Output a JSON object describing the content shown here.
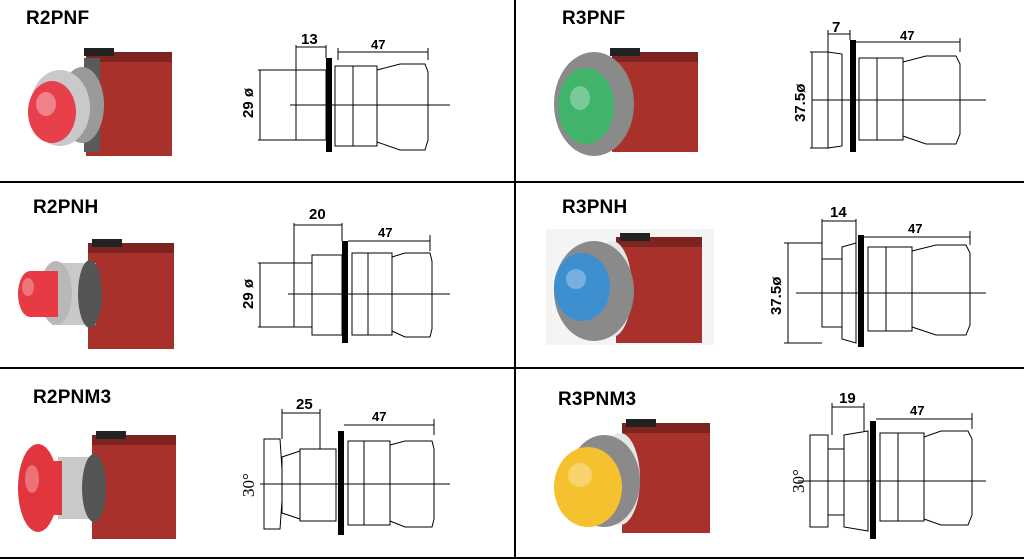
{
  "panels": [
    {
      "id": "r2pnf",
      "title": "R2PNF",
      "cap_color": "#e8404a",
      "bezel": "#c9c9c9",
      "depth_label": "13",
      "body_label": "47",
      "diameter_label": "29 ø"
    },
    {
      "id": "r3pnf",
      "title": "R3PNF",
      "cap_color": "#3fb46a",
      "bezel": "#8a8a8a",
      "depth_label": "7",
      "body_label": "47",
      "diameter_label": "37.5ø"
    },
    {
      "id": "r2pnh",
      "title": "R2PNH",
      "cap_color": "#e83a44",
      "bezel": "#c9c9c9",
      "depth_label": "20",
      "body_label": "47",
      "diameter_label": "29 ø"
    },
    {
      "id": "r3pnh",
      "title": "R3PNH",
      "cap_color": "#3d8fd0",
      "bezel": "#8a8a8a",
      "depth_label": "14",
      "body_label": "47",
      "diameter_label": "37.5ø"
    },
    {
      "id": "r2pnm3",
      "title": "R2PNM3",
      "cap_color": "#e2363f",
      "bezel": "#c9c9c9",
      "depth_label": "25",
      "body_label": "47",
      "diameter_label": "30°"
    },
    {
      "id": "r3pnm3",
      "title": "R3PNM3",
      "cap_color": "#f5c12e",
      "bezel": "#8a8a8a",
      "depth_label": "19",
      "body_label": "47",
      "diameter_label": "30°"
    }
  ],
  "colors": {
    "body_red": "#a8322b",
    "body_dark": "#7d2420",
    "border": "#000000"
  }
}
